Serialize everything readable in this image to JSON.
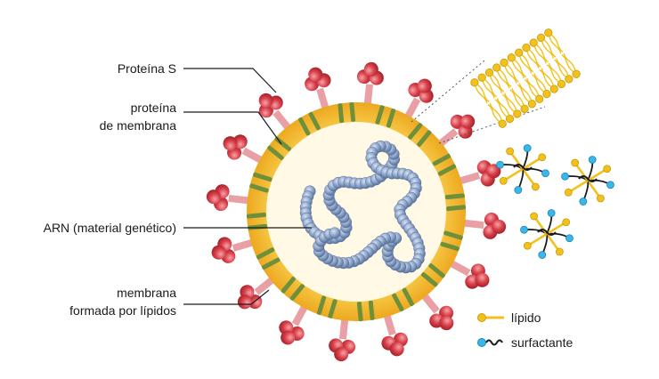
{
  "labels": {
    "spike": "Proteína S",
    "membrane_protein_1": "proteína",
    "membrane_protein_2": "de membrana",
    "rna": "ARN (material genético)",
    "lipid_membrane_1": "membrana",
    "lipid_membrane_2": "formada por lípidos"
  },
  "legend": {
    "lipid": "lípido",
    "surfactant": "surfactante"
  },
  "colors": {
    "envelope_outer": "#f2b32a",
    "envelope_inner": "#fde9a6",
    "core": "#fff8e0",
    "spike_head": "#d9414b",
    "spike_stalk": "#e8a0a5",
    "membrane_protein": "#6f8f3a",
    "rna": "#7f97bd",
    "lipid": "#f2c21c",
    "surfactant_head": "#3ab7e8",
    "tail": "#1a1a1a"
  }
}
